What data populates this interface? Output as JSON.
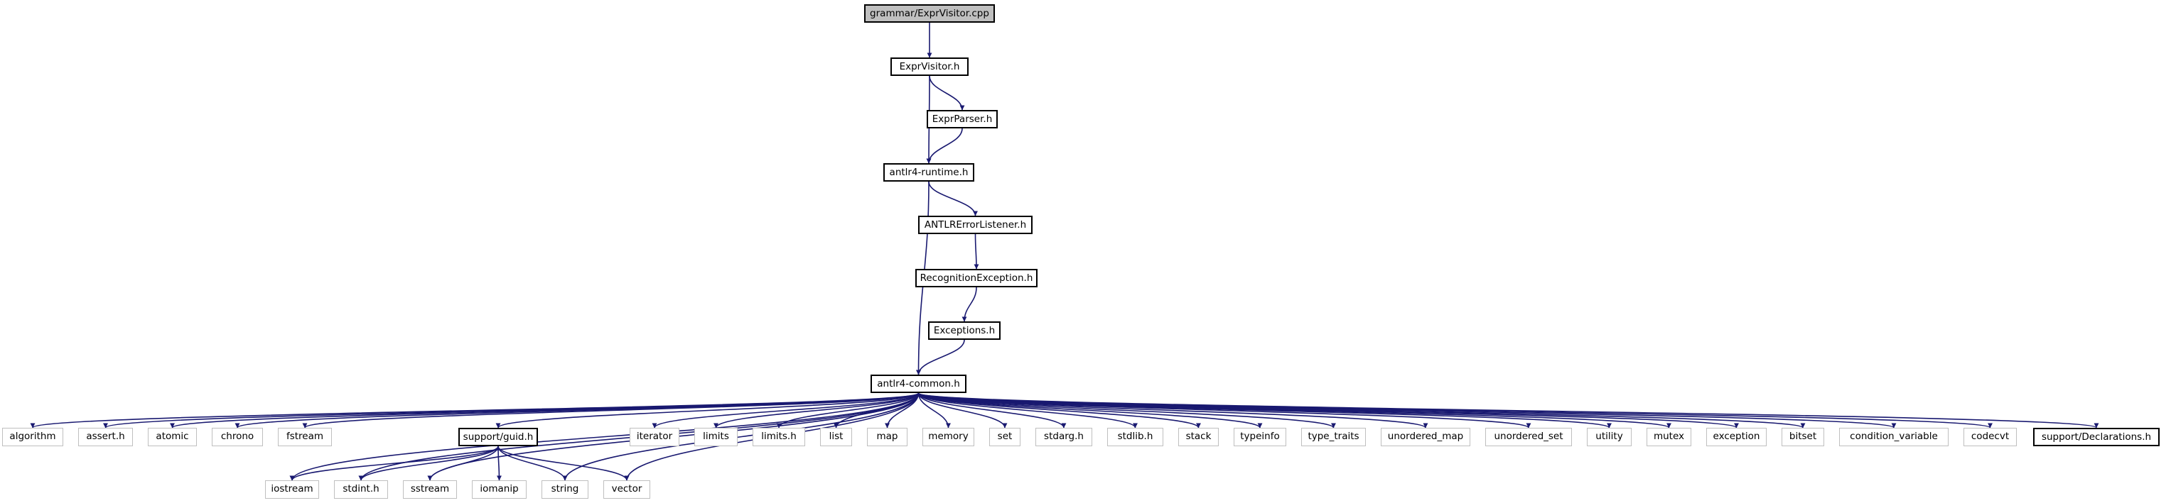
{
  "graph": {
    "edge_color": "#191970",
    "external_border_color": "#bfbfbf",
    "root_fill": "#bfbfbf",
    "nodes": [
      {
        "id": "root",
        "label": "grammar/ExprVisitor.cpp",
        "kind": "root"
      },
      {
        "id": "exprvisitor",
        "label": "ExprVisitor.h",
        "kind": "internal"
      },
      {
        "id": "exprparser",
        "label": "ExprParser.h",
        "kind": "internal"
      },
      {
        "id": "runtime",
        "label": "antlr4-runtime.h",
        "kind": "internal"
      },
      {
        "id": "errlistener",
        "label": "ANTLRErrorListener.h",
        "kind": "internal"
      },
      {
        "id": "recog",
        "label": "RecognitionException.h",
        "kind": "internal"
      },
      {
        "id": "exceptions",
        "label": "Exceptions.h",
        "kind": "internal"
      },
      {
        "id": "common",
        "label": "antlr4-common.h",
        "kind": "internal"
      },
      {
        "id": "algorithm",
        "label": "algorithm",
        "kind": "external"
      },
      {
        "id": "assert",
        "label": "assert.h",
        "kind": "external"
      },
      {
        "id": "atomic",
        "label": "atomic",
        "kind": "external"
      },
      {
        "id": "chrono",
        "label": "chrono",
        "kind": "external"
      },
      {
        "id": "fstream",
        "label": "fstream",
        "kind": "external"
      },
      {
        "id": "guid",
        "label": "support/guid.h",
        "kind": "internal"
      },
      {
        "id": "iterator",
        "label": "iterator",
        "kind": "external"
      },
      {
        "id": "limits",
        "label": "limits",
        "kind": "external"
      },
      {
        "id": "limitsh",
        "label": "limits.h",
        "kind": "external"
      },
      {
        "id": "list",
        "label": "list",
        "kind": "external"
      },
      {
        "id": "map",
        "label": "map",
        "kind": "external"
      },
      {
        "id": "memory",
        "label": "memory",
        "kind": "external"
      },
      {
        "id": "set",
        "label": "set",
        "kind": "external"
      },
      {
        "id": "stdarg",
        "label": "stdarg.h",
        "kind": "external"
      },
      {
        "id": "stdlib",
        "label": "stdlib.h",
        "kind": "external"
      },
      {
        "id": "stack",
        "label": "stack",
        "kind": "external"
      },
      {
        "id": "typeinfo",
        "label": "typeinfo",
        "kind": "external"
      },
      {
        "id": "type_traits",
        "label": "type_traits",
        "kind": "external"
      },
      {
        "id": "unordered_map",
        "label": "unordered_map",
        "kind": "external"
      },
      {
        "id": "unordered_set",
        "label": "unordered_set",
        "kind": "external"
      },
      {
        "id": "utility",
        "label": "utility",
        "kind": "external"
      },
      {
        "id": "mutex",
        "label": "mutex",
        "kind": "external"
      },
      {
        "id": "exception",
        "label": "exception",
        "kind": "external"
      },
      {
        "id": "bitset",
        "label": "bitset",
        "kind": "external"
      },
      {
        "id": "condvar",
        "label": "condition_variable",
        "kind": "external"
      },
      {
        "id": "codecvt",
        "label": "codecvt",
        "kind": "external"
      },
      {
        "id": "decls",
        "label": "support/Declarations.h",
        "kind": "internal"
      },
      {
        "id": "iostream",
        "label": "iostream",
        "kind": "external"
      },
      {
        "id": "stdint",
        "label": "stdint.h",
        "kind": "external"
      },
      {
        "id": "sstream",
        "label": "sstream",
        "kind": "external"
      },
      {
        "id": "iomanip",
        "label": "iomanip",
        "kind": "external"
      },
      {
        "id": "string",
        "label": "string",
        "kind": "external"
      },
      {
        "id": "vector",
        "label": "vector",
        "kind": "external"
      }
    ],
    "edges": [
      [
        "root",
        "exprvisitor"
      ],
      [
        "exprvisitor",
        "exprparser"
      ],
      [
        "exprvisitor",
        "runtime"
      ],
      [
        "exprparser",
        "runtime"
      ],
      [
        "runtime",
        "errlistener"
      ],
      [
        "runtime",
        "common"
      ],
      [
        "errlistener",
        "recog"
      ],
      [
        "recog",
        "exceptions"
      ],
      [
        "exceptions",
        "common"
      ],
      [
        "common",
        "algorithm"
      ],
      [
        "common",
        "assert"
      ],
      [
        "common",
        "atomic"
      ],
      [
        "common",
        "chrono"
      ],
      [
        "common",
        "fstream"
      ],
      [
        "common",
        "iostream"
      ],
      [
        "common",
        "stdint"
      ],
      [
        "common",
        "sstream"
      ],
      [
        "common",
        "string"
      ],
      [
        "common",
        "vector"
      ],
      [
        "common",
        "guid"
      ],
      [
        "common",
        "iterator"
      ],
      [
        "common",
        "limits"
      ],
      [
        "common",
        "limitsh"
      ],
      [
        "common",
        "list"
      ],
      [
        "common",
        "map"
      ],
      [
        "common",
        "memory"
      ],
      [
        "common",
        "set"
      ],
      [
        "common",
        "stdarg"
      ],
      [
        "common",
        "stdlib"
      ],
      [
        "common",
        "stack"
      ],
      [
        "common",
        "typeinfo"
      ],
      [
        "common",
        "type_traits"
      ],
      [
        "common",
        "unordered_map"
      ],
      [
        "common",
        "unordered_set"
      ],
      [
        "common",
        "utility"
      ],
      [
        "common",
        "mutex"
      ],
      [
        "common",
        "exception"
      ],
      [
        "common",
        "bitset"
      ],
      [
        "common",
        "condvar"
      ],
      [
        "common",
        "codecvt"
      ],
      [
        "common",
        "decls"
      ],
      [
        "guid",
        "iostream"
      ],
      [
        "guid",
        "stdint"
      ],
      [
        "guid",
        "sstream"
      ],
      [
        "guid",
        "iomanip"
      ],
      [
        "guid",
        "string"
      ],
      [
        "guid",
        "vector"
      ]
    ]
  }
}
